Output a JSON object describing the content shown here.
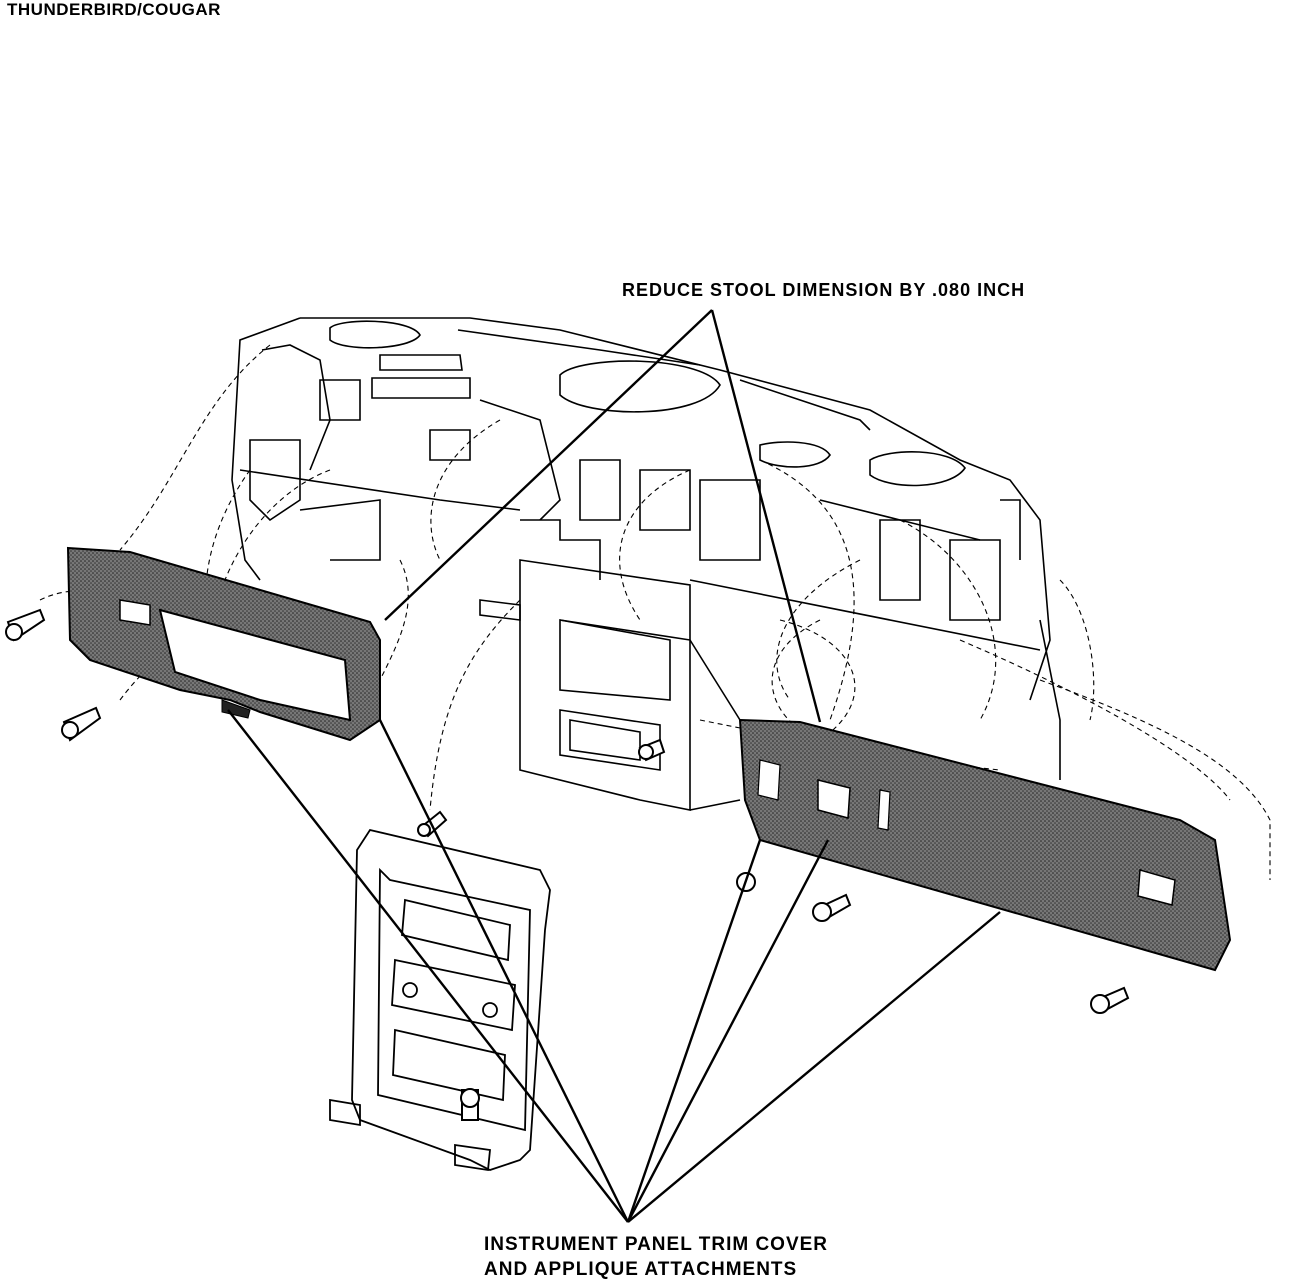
{
  "header": {
    "title": "THUNDERBIRD/COUGAR"
  },
  "callouts": {
    "stool": "REDUCE STOOL DIMENSION BY .080 INCH",
    "trim_line1": "INSTRUMENT PANEL TRIM COVER",
    "trim_line2": "AND APPLIQUE ATTACHMENTS"
  },
  "colors": {
    "ink": "#000000",
    "paper": "#ffffff",
    "panel_fill": "#555555"
  }
}
